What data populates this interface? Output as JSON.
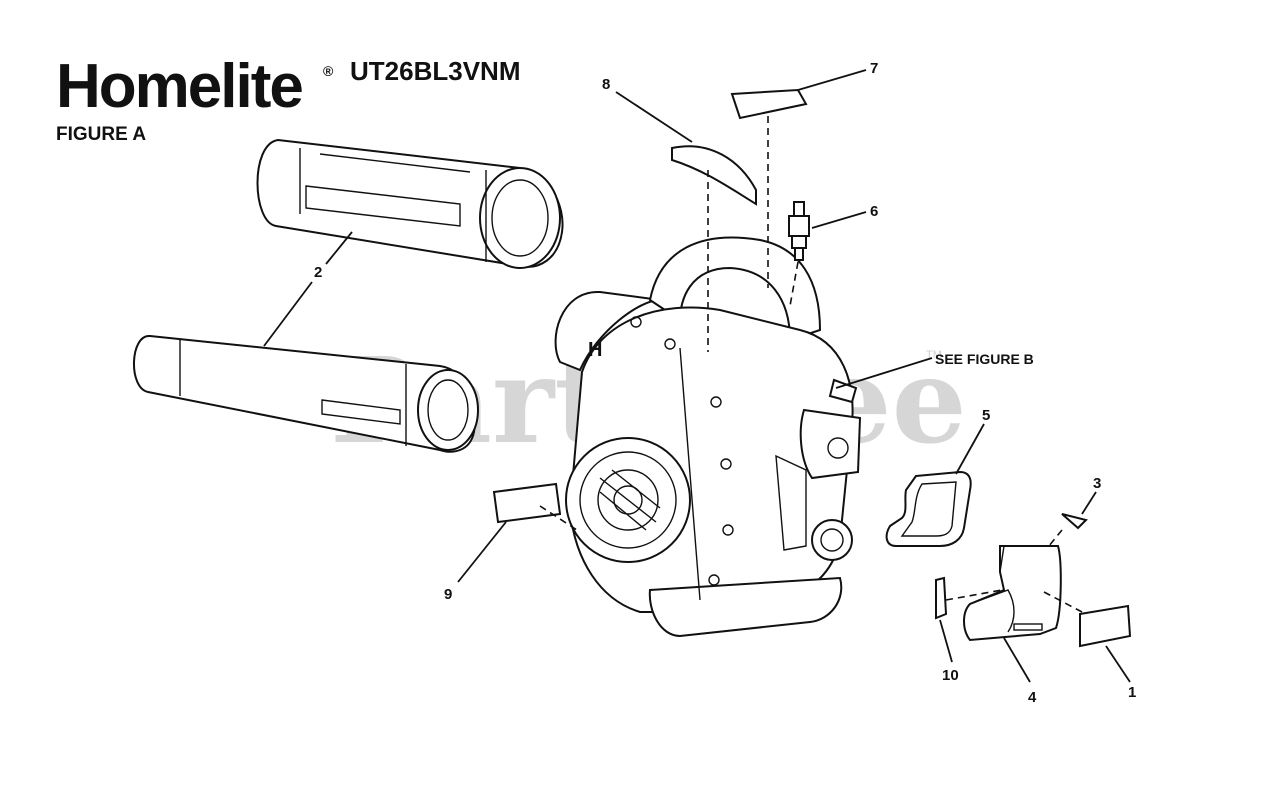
{
  "header": {
    "brand": "Homelite",
    "registered_mark": "®",
    "model": "UT26BL3VNM",
    "figure": "FIGURE A"
  },
  "watermark": {
    "text": "PartsTree",
    "trademark": "TM"
  },
  "callouts": {
    "c1": "1",
    "c2": "2",
    "c3": "3",
    "c4": "4",
    "c5": "5",
    "c6": "6",
    "c7": "7",
    "c8": "8",
    "c9": "9",
    "c10": "10",
    "see_figure_b": "SEE FIGURE B"
  }
}
